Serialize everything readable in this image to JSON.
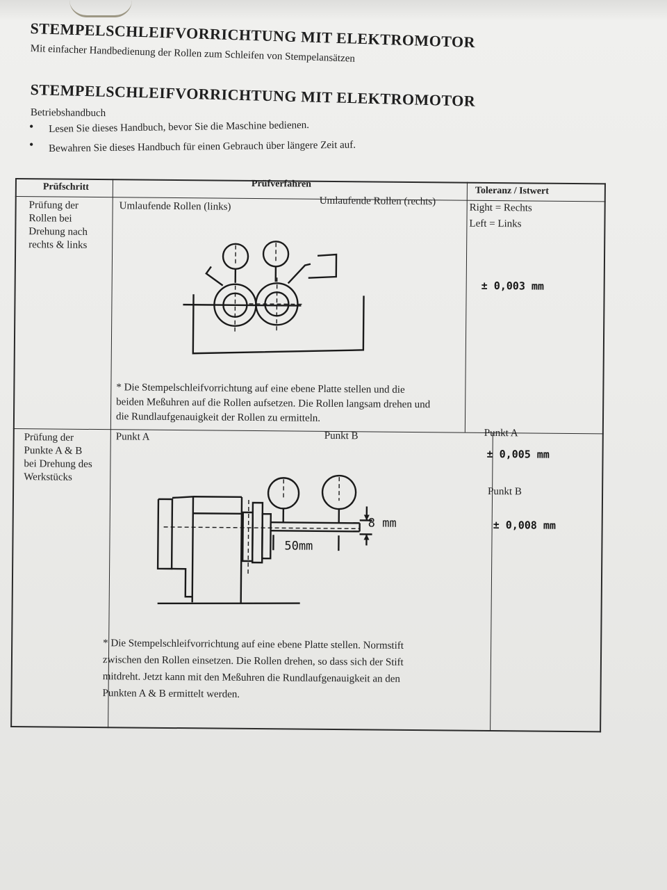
{
  "doc": {
    "title_1": "STEMPELSCHLEIFVORRICHTUNG MIT ELEKTROMOTOR",
    "subtitle_1": "Mit einfacher Handbedienung der Rollen zum Schleifen von Stempelansätzen",
    "title_2": "STEMPELSCHLEIFVORRICHTUNG MIT ELEKTROMOTOR",
    "subtitle_2": "Betriebshandbuch",
    "bullets": [
      "Lesen Sie dieses Handbuch, bevor Sie die Maschine bedienen.",
      "Bewahren Sie dieses Handbuch für einen Gebrauch über längere Zeit auf."
    ]
  },
  "table": {
    "headers": {
      "step": "Prüfschritt",
      "procedure": "Prüfverfahren",
      "tolerance": "Toleranz  /  Istwert"
    },
    "row1": {
      "step_lines": [
        "Prüfung der",
        "Rollen bei",
        "Drehung nach",
        "rechts & links"
      ],
      "label_left": "Umlaufende Rollen (links)",
      "label_right": "Umlaufende Rollen (rechts)",
      "tol_right": "Right = Rechts",
      "tol_left": "Left = Links",
      "tol_value": "± 0,003 mm",
      "note_lines": [
        "* Die Stempelschleifvorrichtung auf eine ebene Platte stellen und die",
        "beiden Meßuhren auf die Rollen aufsetzen. Die Rollen langsam drehen und",
        "die Rundlaufgenauigkeit der Rollen zu ermitteln."
      ]
    },
    "row2": {
      "step_lines": [
        "Prüfung der",
        "Punkte A & B",
        "bei Drehung des",
        "Werkstücks"
      ],
      "label_a": "Punkt A",
      "label_b": "Punkt B",
      "tol_a_label": "Punkt A",
      "tol_a_value": "± 0,005 mm",
      "tol_b_label": "Punkt B",
      "tol_b_value": "± 0,008 mm",
      "dim_8": "8 mm",
      "dim_50": "50mm",
      "note_lines": [
        "* Die Stempelschleifvorrichtung auf eine ebene Platte stellen. Normstift",
        "zwischen den Rollen einsetzen. Die Rollen drehen, so dass sich der Stift",
        "mitdreht. Jetzt kann mit den Meßuhren die Rundlaufgenauigkeit an den",
        "Punkten A & B ermittelt werden."
      ]
    }
  }
}
